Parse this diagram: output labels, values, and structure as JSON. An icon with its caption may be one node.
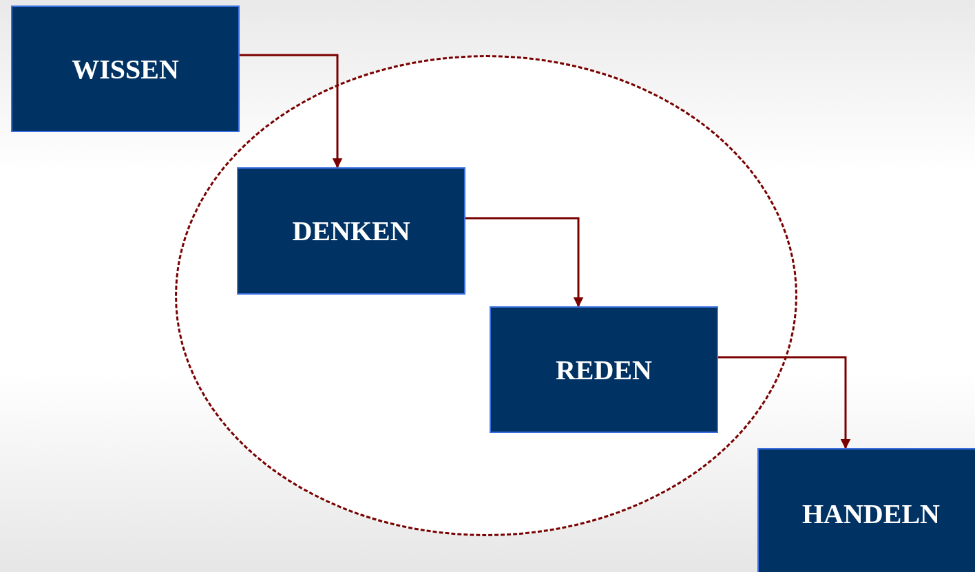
{
  "diagram": {
    "nodes": [
      {
        "text": [
          "WISSEN"
        ]
      },
      {
        "text": [],
        "shape": "ellipse"
      },
      {
        "text": [
          "DENKEN"
        ],
        "in": 1
      },
      {
        "text": [
          "REDEN"
        ],
        "in": 1
      },
      {
        "text": [
          "HANDELN"
        ]
      }
    ],
    "edges": [
      {
        "from": 0,
        "to": 2,
        "arrow": "to"
      },
      {
        "from": 2,
        "to": 3,
        "arrow": "to"
      },
      {
        "from": 3,
        "to": 4,
        "arrow": "to"
      }
    ]
  }
}
